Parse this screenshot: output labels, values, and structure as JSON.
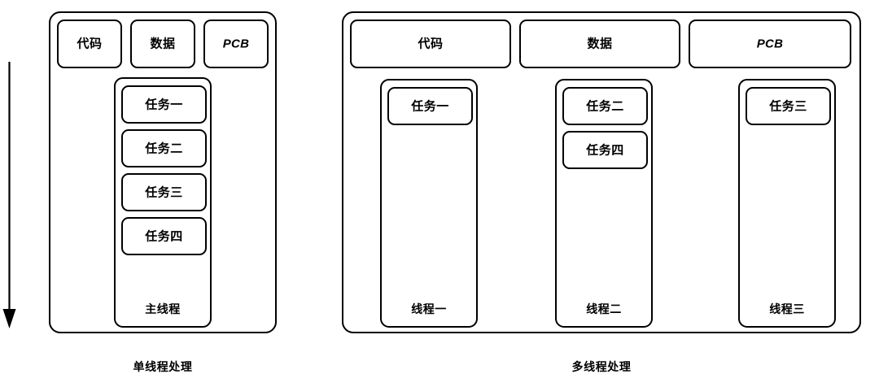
{
  "diagram": {
    "title_left": "单线程处理",
    "title_right": "多线程处理",
    "arrow": {
      "name": "time-direction-arrow",
      "direction": "down"
    },
    "colors": {
      "stroke": "#000000",
      "fill": "#ffffff",
      "text": "#000000"
    }
  },
  "left_panel": {
    "name": "single-thread-process",
    "caption": "单线程处理",
    "headers": [
      {
        "label": "代码",
        "script": "cjk"
      },
      {
        "label": "数据",
        "script": "cjk"
      },
      {
        "label": "PCB",
        "script": "latin"
      }
    ],
    "thread": {
      "label": "主线程",
      "tasks": [
        "任务一",
        "任务二",
        "任务三",
        "任务四"
      ]
    }
  },
  "right_panel": {
    "name": "multi-thread-process",
    "caption": "多线程处理",
    "headers": [
      {
        "label": "代码",
        "script": "cjk"
      },
      {
        "label": "数据",
        "script": "cjk"
      },
      {
        "label": "PCB",
        "script": "latin"
      }
    ],
    "threads": [
      {
        "label": "线程一",
        "tasks": [
          "任务一"
        ]
      },
      {
        "label": "线程二",
        "tasks": [
          "任务二",
          "任务四"
        ]
      },
      {
        "label": "线程三",
        "tasks": [
          "任务三"
        ]
      }
    ]
  }
}
